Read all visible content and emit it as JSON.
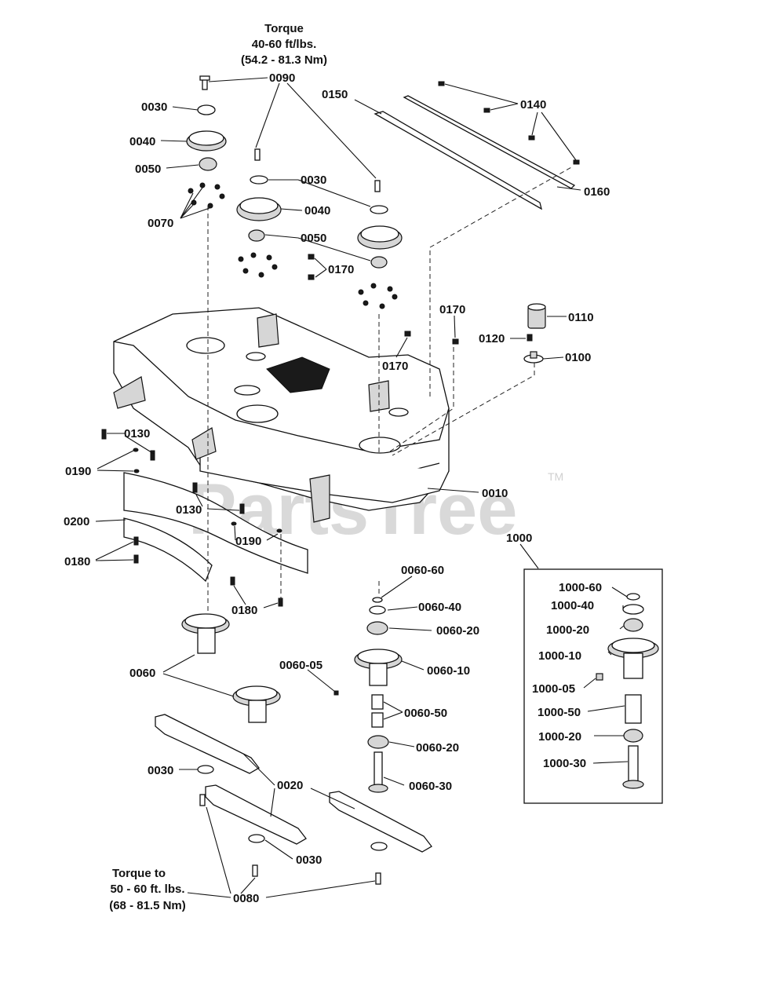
{
  "notes": {
    "top_torque_1": "Torque",
    "top_torque_2": "40-60 ft/lbs.",
    "top_torque_3": "(54.2 - 81.3 Nm)",
    "bottom_torque_1": "Torque to",
    "bottom_torque_2": "50 - 60 ft. lbs.",
    "bottom_torque_3": "(68 - 81.5 Nm)"
  },
  "watermark": {
    "text": "PartsTree",
    "tm": "TM"
  },
  "labels": {
    "l0090": "0090",
    "l0030a": "0030",
    "l0040a": "0040",
    "l0050a": "0050",
    "l0070": "0070",
    "l0030b": "0030",
    "l0040b": "0040",
    "l0050b": "0050",
    "l0170a": "0170",
    "l0150": "0150",
    "l0140": "0140",
    "l0160": "0160",
    "l0170b": "0170",
    "l0170c": "0170",
    "l0110": "0110",
    "l0120": "0120",
    "l0100": "0100",
    "l0130a": "0130",
    "l0190a": "0190",
    "l0010": "0010",
    "l0200": "0200",
    "l0130b": "0130",
    "l0190b": "0190",
    "l0180a": "0180",
    "l0180b": "0180",
    "l1000": "1000",
    "l006060": "0060-60",
    "l006040": "0060-40",
    "l006020a": "0060-20",
    "l0060": "0060",
    "l006005": "0060-05",
    "l006010": "0060-10",
    "l006050": "0060-50",
    "l006020b": "0060-20",
    "l006030": "0060-30",
    "l0030c": "0030",
    "l0020": "0020",
    "l0030d": "0030",
    "l0080": "0080",
    "l100060": "1000-60",
    "l100040": "1000-40",
    "l100020a": "1000-20",
    "l100010": "1000-10",
    "l100005": "1000-05",
    "l100050": "1000-50",
    "l100020b": "1000-20",
    "l100030": "1000-30"
  }
}
